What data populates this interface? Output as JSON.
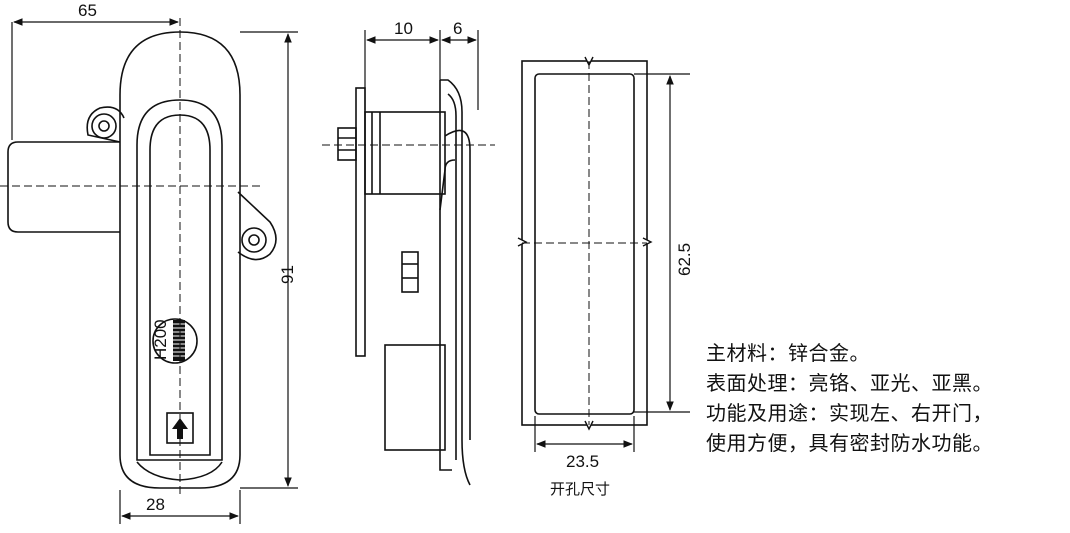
{
  "dimensions": {
    "width_top": "65",
    "height_right": "91",
    "width_bottom": "28",
    "side_depth_a": "10",
    "side_depth_b": "6",
    "cutout_height": "62.5",
    "cutout_width": "23.5"
  },
  "front_view": {
    "model_label": "H200"
  },
  "cutout_caption": "开孔尺寸",
  "specs": [
    "主材料：锌合金。",
    "表面处理：亮铬、亚光、亚黑。",
    "功能及用途：实现左、右开门，",
    "使用方便，具有密封防水功能。"
  ],
  "colors": {
    "line": "#111111",
    "background": "#ffffff"
  },
  "icons": [
    "arrow-up-icon"
  ]
}
